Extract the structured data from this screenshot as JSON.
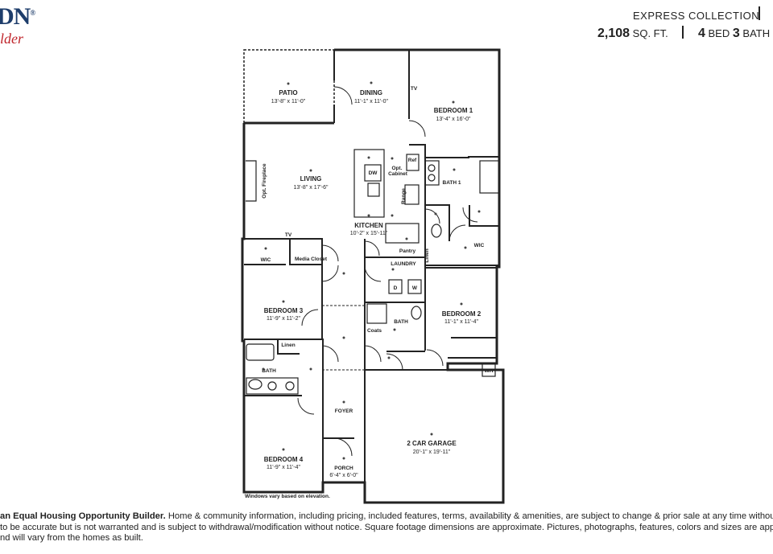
{
  "brand": {
    "logo_text": "DN",
    "logo_mark": "®",
    "tagline": "lder"
  },
  "header": {
    "collection": "EXPRESS COLLECTION",
    "sqft": "2,108",
    "sqft_unit": "SQ. FT.",
    "beds": "4",
    "beds_label": "BED",
    "baths": "3",
    "baths_label": "BATH"
  },
  "rooms": {
    "patio": {
      "name": "PATIO",
      "dims": "13'-8\" x 11'-0\""
    },
    "dining": {
      "name": "DINING",
      "dims": "11'-1\" x 11'-0\""
    },
    "bedroom1": {
      "name": "BEDROOM 1",
      "dims": "13'-4\" x 16'-0\""
    },
    "living": {
      "name": "LIVING",
      "dims": "13'-8\" x 17'-6\""
    },
    "kitchen": {
      "name": "KITCHEN",
      "dims": "10'-2\" x 15'-11\""
    },
    "bath1": {
      "name": "BATH 1"
    },
    "wic1": {
      "name": "WIC"
    },
    "wic3": {
      "name": "WIC"
    },
    "media_closet": {
      "name": "Media Closet"
    },
    "laundry": {
      "name": "LAUNDRY"
    },
    "pantry": {
      "name": "Pantry"
    },
    "bedroom3": {
      "name": "BEDROOM 3",
      "dims": "11'-9\" x 11'-2\""
    },
    "bedroom2": {
      "name": "BEDROOM 2",
      "dims": "11'-1\" x 11'-4\""
    },
    "bath2": {
      "name": "BATH"
    },
    "bath3": {
      "name": "BATH"
    },
    "coats": {
      "name": "Coats"
    },
    "linen_hall": {
      "name": "Linen"
    },
    "linen_bed1": {
      "name": "Linen"
    },
    "foyer": {
      "name": "FOYER"
    },
    "garage": {
      "name": "2 CAR GARAGE",
      "dims": "20'-1\" x 19'-11\""
    },
    "bedroom4": {
      "name": "BEDROOM 4",
      "dims": "11'-9\" x 11'-4\""
    },
    "porch": {
      "name": "PORCH",
      "dims": "6'-4\" x 6'-0\""
    }
  },
  "fixtures": {
    "dw": "DW",
    "ref": "Ref",
    "range": "Range",
    "opt_cabinet_1": "Opt.",
    "opt_cabinet_2": "Cabinet",
    "opt_fireplace": "Opt. Fireplace",
    "tv1": "TV",
    "tv2": "TV",
    "dryer": "D",
    "washer": "W",
    "water_heater": "WH"
  },
  "note": "Windows vary based on elevation.",
  "disclaimer": {
    "line1": "an Equal Housing Opportunity Builder. Home & community information, including pricing, included features, terms, availability & amenities, are subject to change & prior sale at any time without notice or ob",
    "line2": " to be accurate but is not warranted and is subject to withdrawal/modification without notice. Square footage dimensions are approximate. Pictures, photographs, features, colors and sizes are approximat",
    "line3": "nd will vary from the homes as built.",
    "prefix_bold": "an Equal Housing Opportunity Builder."
  }
}
